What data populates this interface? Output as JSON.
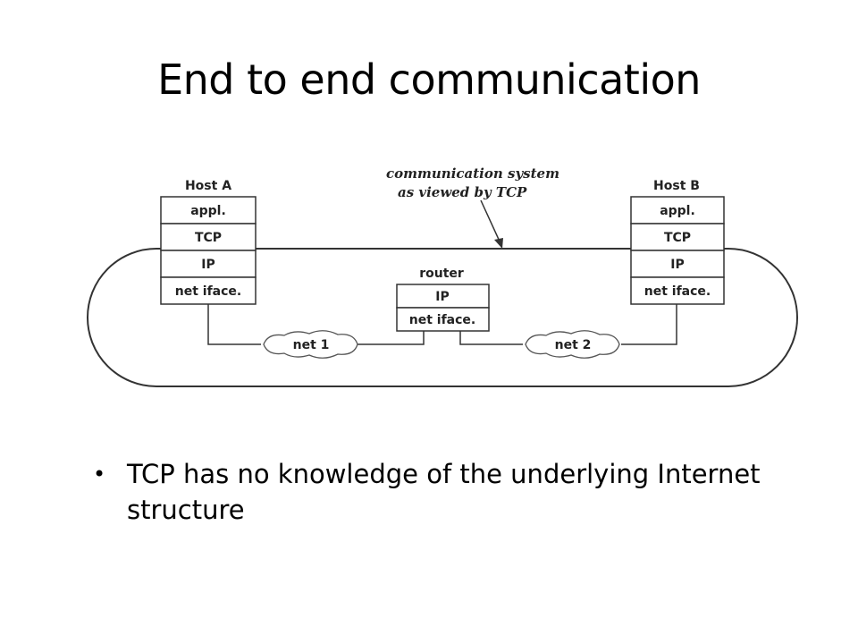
{
  "slide": {
    "title": "End to end communication",
    "bullets": [
      "TCP has no knowledge of the underlying Internet structure"
    ]
  },
  "diagram": {
    "annotation": [
      "communication system",
      "as viewed by TCP"
    ],
    "host_a": {
      "title": "Host A",
      "layers": [
        "appl.",
        "TCP",
        "IP",
        "net iface."
      ]
    },
    "host_b": {
      "title": "Host B",
      "layers": [
        "appl.",
        "TCP",
        "IP",
        "net iface."
      ]
    },
    "router": {
      "title": "router",
      "layers": [
        "IP",
        "net iface."
      ]
    },
    "networks": [
      "net 1",
      "net 2"
    ]
  }
}
